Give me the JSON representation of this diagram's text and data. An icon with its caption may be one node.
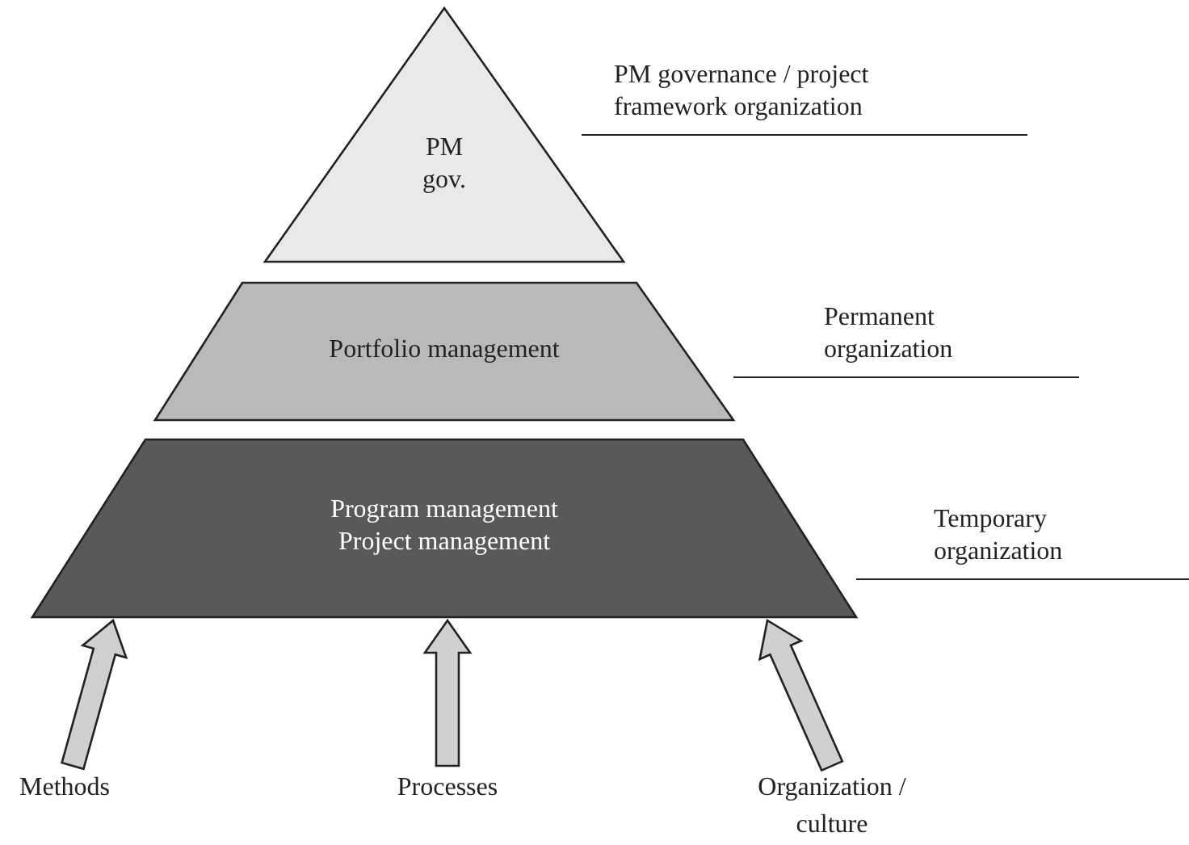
{
  "diagram": {
    "nodes": [
      {
        "text": [
          "PM gov."
        ],
        "beside": [
          "PM governance / project framework organization"
        ]
      },
      {
        "text": [
          "Portfolio management"
        ],
        "beside": [
          "Permanent organization"
        ]
      },
      {
        "text": [
          "Program management Project management"
        ],
        "beside": [
          "Temporary organization"
        ]
      },
      {
        "text": [
          "Methods"
        ]
      },
      {
        "text": [
          "Processes"
        ]
      },
      {
        "text": [
          "Organization / culture"
        ]
      }
    ],
    "edges": [
      {
        "from": 3,
        "to": 2,
        "arrow": "to"
      },
      {
        "from": 4,
        "to": 2,
        "arrow": "to"
      },
      {
        "from": 5,
        "to": 2,
        "arrow": "to"
      }
    ]
  }
}
